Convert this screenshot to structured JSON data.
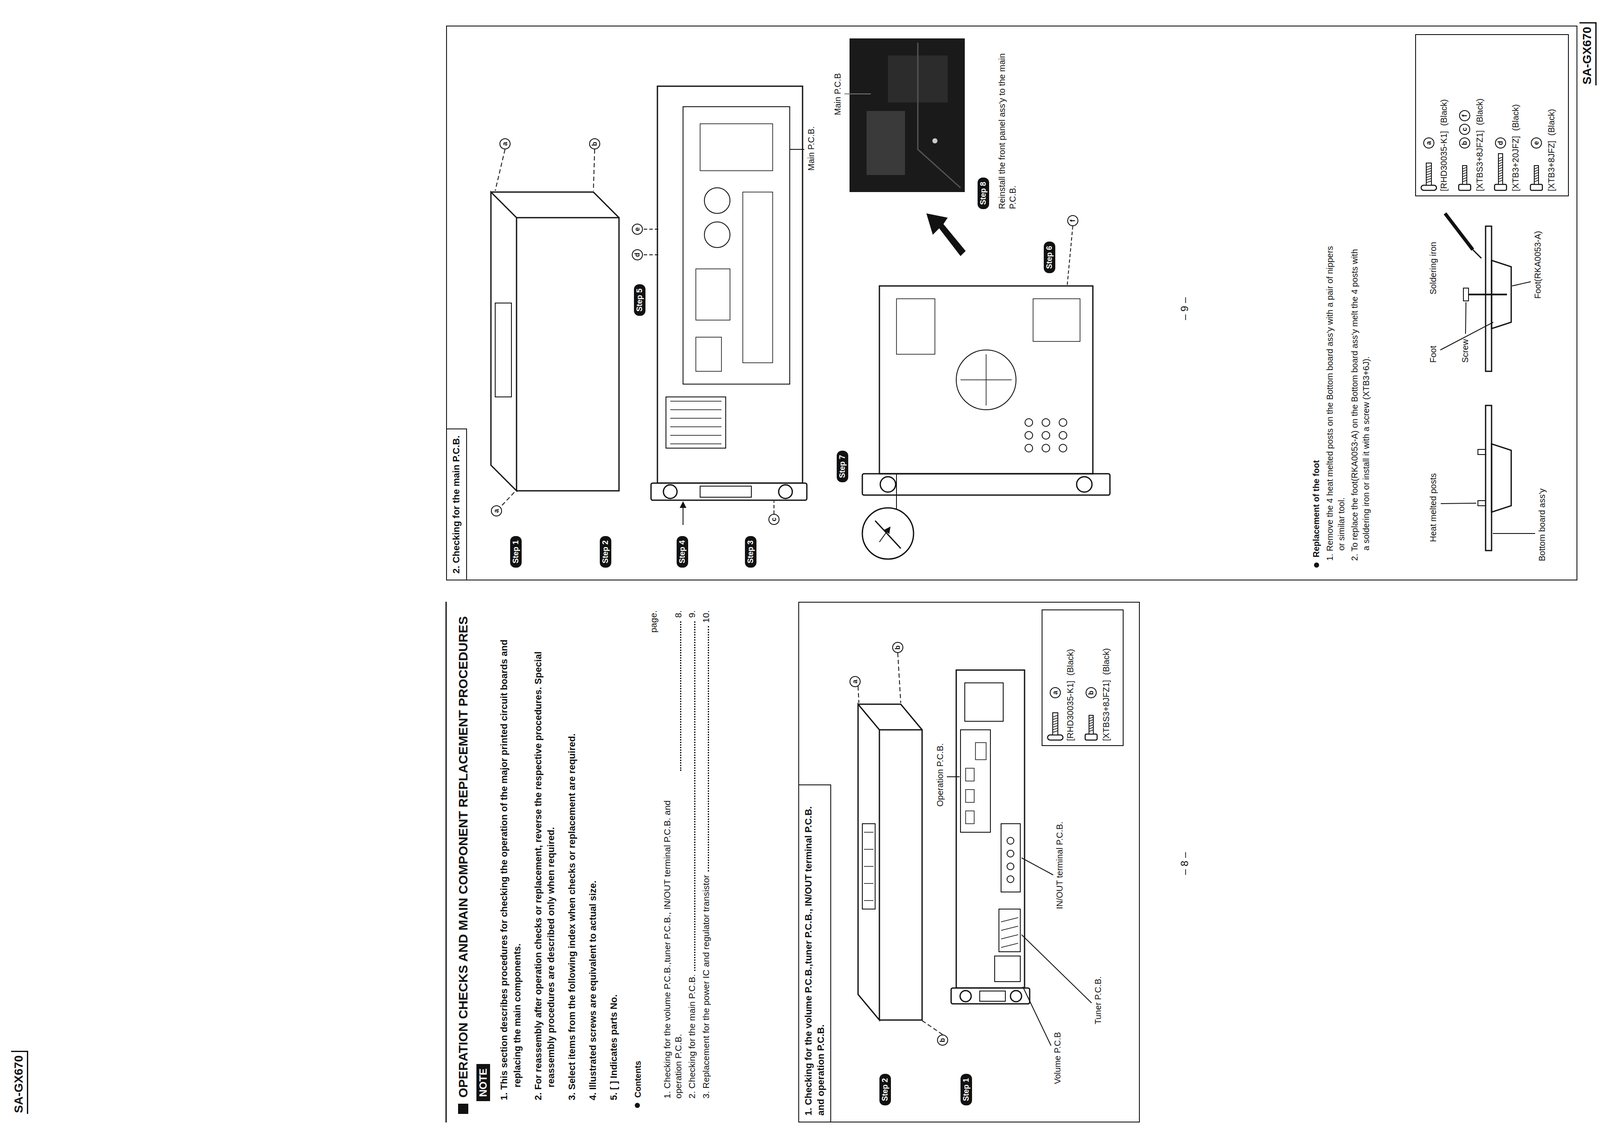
{
  "diagram": {
    "title": "OPERATION CHECKS AND MAIN COMPONENT REPLACEMENT PROCEDURES",
    "nodes": [
      {
        "text": [
          "NOTE"
        ]
      },
      {
        "text": [
          "1. Checking for the volume P.C.B.,tuner P.C.B., IN/OUT terminal P.C.B. and operation P.C.B."
        ]
      },
      {
        "text": [
          "Step 1"
        ],
        "in": 1
      },
      {
        "text": [
          "Step 2"
        ],
        "in": 1
      },
      {
        "text": [
          "a",
          "[RHD30035-K1]",
          "(Black)",
          "b",
          "[XTBS3+8JFZ1]",
          "(Black)"
        ],
        "in": 1
      },
      {
        "text": [
          "2. Checking for the main P.C.B."
        ]
      },
      {
        "text": [
          "Step 1"
        ],
        "in": 5
      },
      {
        "text": [
          "Step 2"
        ],
        "in": 5
      },
      {
        "text": [
          "Step 3"
        ],
        "in": 5
      },
      {
        "text": [
          "Step 4"
        ],
        "in": 5
      },
      {
        "text": [
          "Step 5"
        ],
        "in": 5
      },
      {
        "text": [
          "Step 6"
        ],
        "in": 5
      },
      {
        "text": [
          "Step 7"
        ],
        "in": 5
      },
      {
        "text": [
          "Step 8"
        ],
        "in": 5
      },
      {
        "text": [
          "a",
          "[RHD30035-K1]",
          "(Black)",
          "b",
          "c",
          "f",
          "[XTBS3+8JFZ1]",
          "(Black)",
          "d",
          "[XTB3+20JFZ]",
          "(Black)",
          "e",
          "[XTB3+8JFZ]",
          "(Black)"
        ],
        "in": 5
      }
    ],
    "labels": [
      "SA-GX670",
      "1. This section describes procedures for checking the operation of the major printed circuit boards and replacing the main components.",
      "2. For reassembly after operation checks or replacement, reverse the respective procedures. Special reassembly procedures are described only when required.",
      "3. Select items from the following index when checks or replacement are required.",
      "4. Illustrated screws are equivalent to actual size.",
      "5. [ ] Indicates parts No.",
      "Contents",
      "page.",
      "1. Checking for the volume P.C.B.,tuner P.C.B., IN/OUT terminal P.C.B. and operation P.C.B.",
      "8.",
      "2. Checking for the main P.C.B.",
      "9.",
      "3. Replacement for the power IC and regulator transistor",
      "10.",
      "– 8 –",
      "Operation P.C.B.",
      "Volume P.C.B",
      "Tuner P.C.B.",
      "IN/OUT terminal P.C.B.",
      "a",
      "b",
      "b",
      "a",
      "a",
      "b",
      "c",
      "d",
      "e",
      "f",
      "Main P.C.B.",
      "Main P.C.B",
      "Reinstall the front panel ass'y to the main P.C.B.",
      "Replacement of the foot",
      "1. Remove the 4 heat melted posts on the Bottom board ass'y with a pair of nippers or similar tool.",
      "2. To replace the foot(RKA0053-A) on the Bottom board ass'y melt the 4 posts with a soldering iron or install it with a screw (XTB3+6J).",
      "Heat melted posts",
      "Foot",
      "Soldering iron",
      "Bottom board ass'y",
      "Screw",
      "Foot(RKA0053-A)",
      "– 9 –",
      "SA-GX670"
    ]
  }
}
